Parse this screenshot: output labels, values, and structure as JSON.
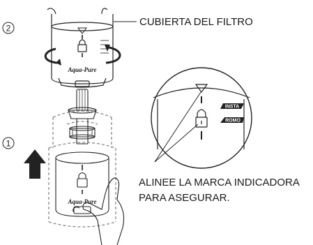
{
  "diagram": {
    "callouts": {
      "filter_cover": "CUBIERTA DEL FILTRO",
      "align_line1": "ALINEE LA MARCA INDICADORA",
      "align_line2": "PARA ASEGURAR."
    },
    "steps": {
      "step1": "1",
      "step2": "2"
    },
    "ring_tags": {
      "insta": "INSTA",
      "romo": "ROMO"
    },
    "brand_text": "Aqua-Pure"
  }
}
